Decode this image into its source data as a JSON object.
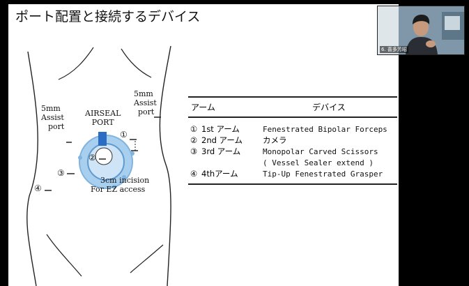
{
  "slide": {
    "title": "ポート配置と接続するデバイス",
    "port_labels": {
      "left_port": [
        "5mm",
        "Assist",
        "port"
      ],
      "right_port": [
        "5mm",
        "Assist",
        "port"
      ],
      "airseal": [
        "AIRSEAL",
        "PORT"
      ],
      "incision": [
        "3cm incision",
        "For EZ access"
      ]
    },
    "markers": [
      "①",
      "②",
      "③",
      "④"
    ]
  },
  "table": {
    "headers": [
      "アーム",
      "デバイス"
    ],
    "rows": [
      {
        "num": "①",
        "arm": "1st アーム",
        "device": "Fenestrated Bipolar Forceps"
      },
      {
        "num": "②",
        "arm": "2nd アーム",
        "device": "カメラ"
      },
      {
        "num": "③",
        "arm": "3rd アーム",
        "device": "Monopolar Carved Scissors"
      },
      {
        "num": "",
        "arm": "",
        "device": "( Vessel Sealer extend )"
      },
      {
        "num": "④",
        "arm": "4thアーム",
        "device": "Tip-Up Fenestrated Grasper"
      }
    ]
  },
  "video": {
    "participant_name": "6. 喜多芳昭"
  },
  "colors": {
    "airseal_port": "#2b6cc4",
    "airseal_ring": "#9cc7ec",
    "background": "#000000"
  }
}
